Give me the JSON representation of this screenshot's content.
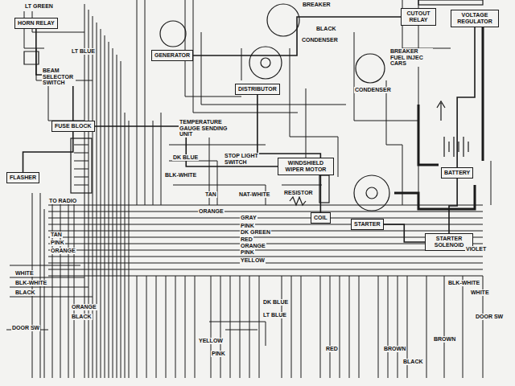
{
  "diagram": {
    "nodes": [
      {
        "text": [
          "HORN RELAY"
        ]
      },
      {
        "text": [
          "GENERATOR"
        ]
      },
      {
        "text": [
          "DISTRIBUTOR"
        ]
      },
      {
        "text": [
          "CUTOUT RELAY"
        ]
      },
      {
        "text": [
          "VOLTAGE REGULATOR"
        ]
      },
      {
        "text": [
          "FUSE BLOCK"
        ]
      },
      {
        "text": [
          "FLASHER"
        ]
      },
      {
        "text": [
          "WINDSHIELD WIPER MOTOR"
        ]
      },
      {
        "text": [
          "COIL"
        ]
      },
      {
        "text": [
          "STARTER"
        ]
      },
      {
        "text": [
          "BATTERY"
        ]
      },
      {
        "text": [
          "STARTER SOLENOID"
        ]
      }
    ],
    "edges": [
      {
        "from": 10,
        "to": 11,
        "arrow": "none"
      },
      {
        "from": 11,
        "to": 9,
        "arrow": "none"
      },
      {
        "from": 10,
        "to": 4,
        "arrow": "none"
      },
      {
        "from": 1,
        "to": 3,
        "arrow": "none"
      },
      {
        "from": 8,
        "to": 2,
        "arrow": "none"
      },
      {
        "from": 5,
        "to": 6,
        "arrow": "none"
      },
      {
        "from": 5,
        "to": 7,
        "arrow": "none"
      },
      {
        "from": 0,
        "to": 5,
        "arrow": "none"
      }
    ],
    "labels": [
      "LT GREEN",
      "LT BLUE",
      "BEAM SELECTOR SWITCH",
      "BREAKER",
      "CONDENSER",
      "BLACK",
      "BREAKER FUEL INJEC CARS",
      "CONDENSER",
      "TO RADIO",
      "TEMPERATURE GAUGE SENDING UNIT",
      "DK BLUE",
      "STOP LIGHT SWITCH",
      "BLK-WHITE",
      "TAN",
      "NAT-WHITE",
      "RESISTOR",
      "ORANGE",
      "GRAY",
      "PINK",
      "DK GREEN",
      "RED",
      "ORANGE",
      "PINK",
      "YELLOW",
      "VIOLET",
      "TAN",
      "PINK",
      "ORANGE",
      "WHITE",
      "BLK-WHITE",
      "BLACK",
      "DOOR SW",
      "ORANGE",
      "BLACK",
      "BLK-WHITE",
      "WHITE",
      "DOOR SW",
      "DK BLUE",
      "LT BLUE",
      "YELLOW",
      "PINK",
      "RED",
      "BROWN",
      "BLACK",
      "BROWN"
    ]
  }
}
